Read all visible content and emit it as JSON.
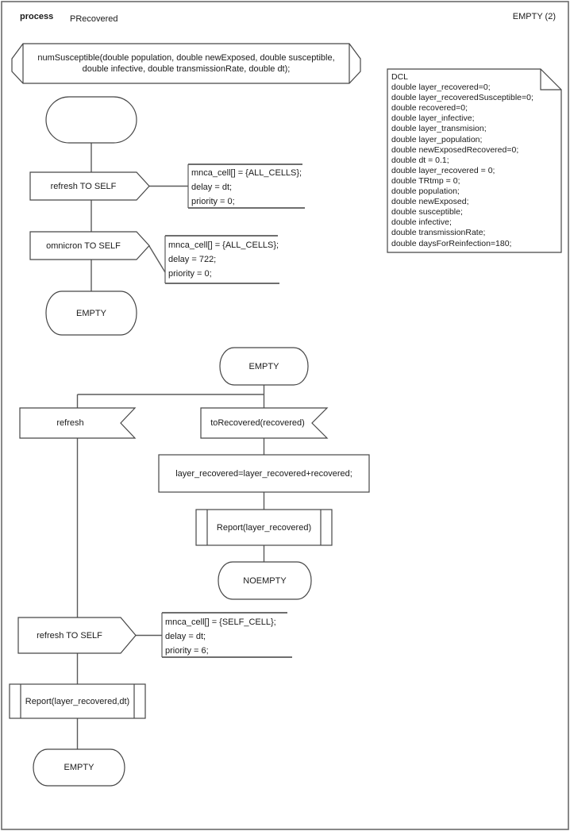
{
  "header": {
    "kind_label": "process",
    "process_name": "PRecovered",
    "page_label": "EMPTY (2)"
  },
  "signature": {
    "text": "numSusceptible(double population, double newExposed, double susceptible,\ndouble infective, double transmissionRate, double dt);"
  },
  "dcl": {
    "text": "DCL\ndouble layer_recovered=0;\ndouble layer_recoveredSusceptible=0;\ndouble recovered=0;\ndouble layer_infective;\ndouble layer_transmision;\ndouble layer_population;\ndouble newExposedRecovered=0;\ndouble dt = 0.1;\ndouble layer_recovered = 0;\ndouble TRtmp = 0;\ndouble population;\ndouble newExposed;\ndouble susceptible;\ndouble infective;\ndouble transmissionRate;\ndouble daysForReinfection=180;"
  },
  "flow1": {
    "output_refresh": {
      "label": "refresh TO SELF",
      "annotation": "mnca_cell[] = {ALL_CELLS};\ndelay = dt;\npriority = 0;"
    },
    "output_omnicron": {
      "label": "omnicron TO SELF",
      "annotation": "mnca_cell[] = {ALL_CELLS};\ndelay = 722;\npriority = 0;"
    },
    "end_state": {
      "label": "EMPTY"
    }
  },
  "flow2": {
    "start_state": {
      "label": "EMPTY"
    },
    "input_refresh": {
      "label": "refresh"
    },
    "input_to_recovered": {
      "label": "toRecovered(recovered)"
    },
    "task": {
      "text": "layer_recovered=layer_recovered+recovered;"
    },
    "call_report": {
      "label": "Report(layer_recovered)"
    },
    "state_noempty": {
      "label": "NOEMPTY"
    },
    "output_refresh_self": {
      "label": "refresh TO SELF",
      "annotation": "mnca_cell[] = {SELF_CELL};\ndelay = dt;\npriority = 6;"
    },
    "call_report_dt": {
      "label": "Report(layer_recovered,dt)"
    },
    "end_state": {
      "label": "EMPTY"
    }
  },
  "colors": {
    "line": "#464646",
    "connector": "#5a5a5a",
    "annotation_border": "#6e6e6e",
    "text": "#1a1a1a",
    "background": "#ffffff"
  }
}
